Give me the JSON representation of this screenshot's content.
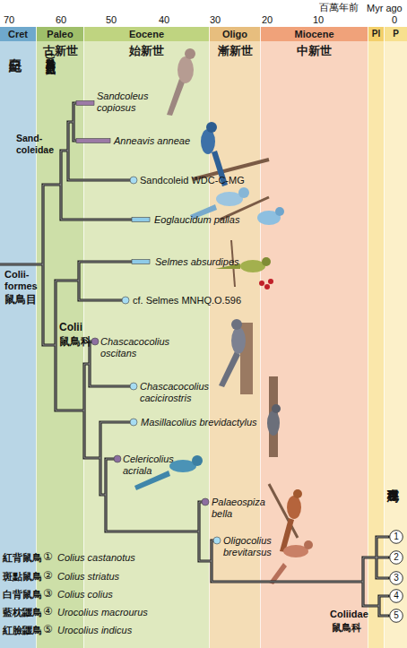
{
  "diagram": {
    "nodes": [
      {
        "text": [
          "Cret",
          "白堊紀"
        ]
      },
      {
        "text": [
          "Paleo",
          "古新世"
        ]
      },
      {
        "text": [
          "Eocene",
          "始新世"
        ]
      },
      {
        "text": [
          "Oligo",
          "漸新世"
        ]
      },
      {
        "text": [
          "Miocene",
          "中新世"
        ]
      },
      {
        "text": [
          "Pl"
        ]
      },
      {
        "text": [
          "P"
        ]
      },
      {
        "text": [
          "1"
        ],
        "in": 6
      },
      {
        "text": [
          "2"
        ],
        "in": 6
      },
      {
        "text": [
          "3"
        ],
        "in": 6
      },
      {
        "text": [
          "4"
        ],
        "in": 6
      },
      {
        "text": [
          "5"
        ],
        "in": 6
      }
    ],
    "labels": [
      "百萬年前",
      "Myr ago",
      "70",
      "60",
      "50",
      "40",
      "30",
      "20",
      "10",
      "0",
      "沙鼠鳥科 (已滅絕)",
      "Sandcoleus copiosus",
      "Anneavis anneae",
      "Sand- coleidae",
      "Sandcoleid WDC-C-MG",
      "Eoglaucidum pallas",
      "Colii- formes",
      "鼠鳥目",
      "Selmes absurdipes",
      "cf. Selmes MNHQ.O.596",
      "Colii",
      "鼠鳥科",
      "Chascacocolius oscitans",
      "Chascacocolius cacicirostris",
      "Masillacolius brevidactylus",
      "Celericolius acriala",
      "現存鳥種",
      "Palaeospiza bella",
      "Oligocolius brevitarsus",
      "紅背鼠鳥",
      "①",
      "Colius castanotus",
      "斑點鼠鳥",
      "②",
      "Colius striatus",
      "白背鼠鳥",
      "③",
      "Colius colius",
      "藍枕鼴鳥",
      "④",
      "Urocolius macrourus",
      "紅臉鼴鳥",
      "⑤",
      "Urocolius indicus",
      "Coliidae",
      "鼠鳥科"
    ]
  }
}
